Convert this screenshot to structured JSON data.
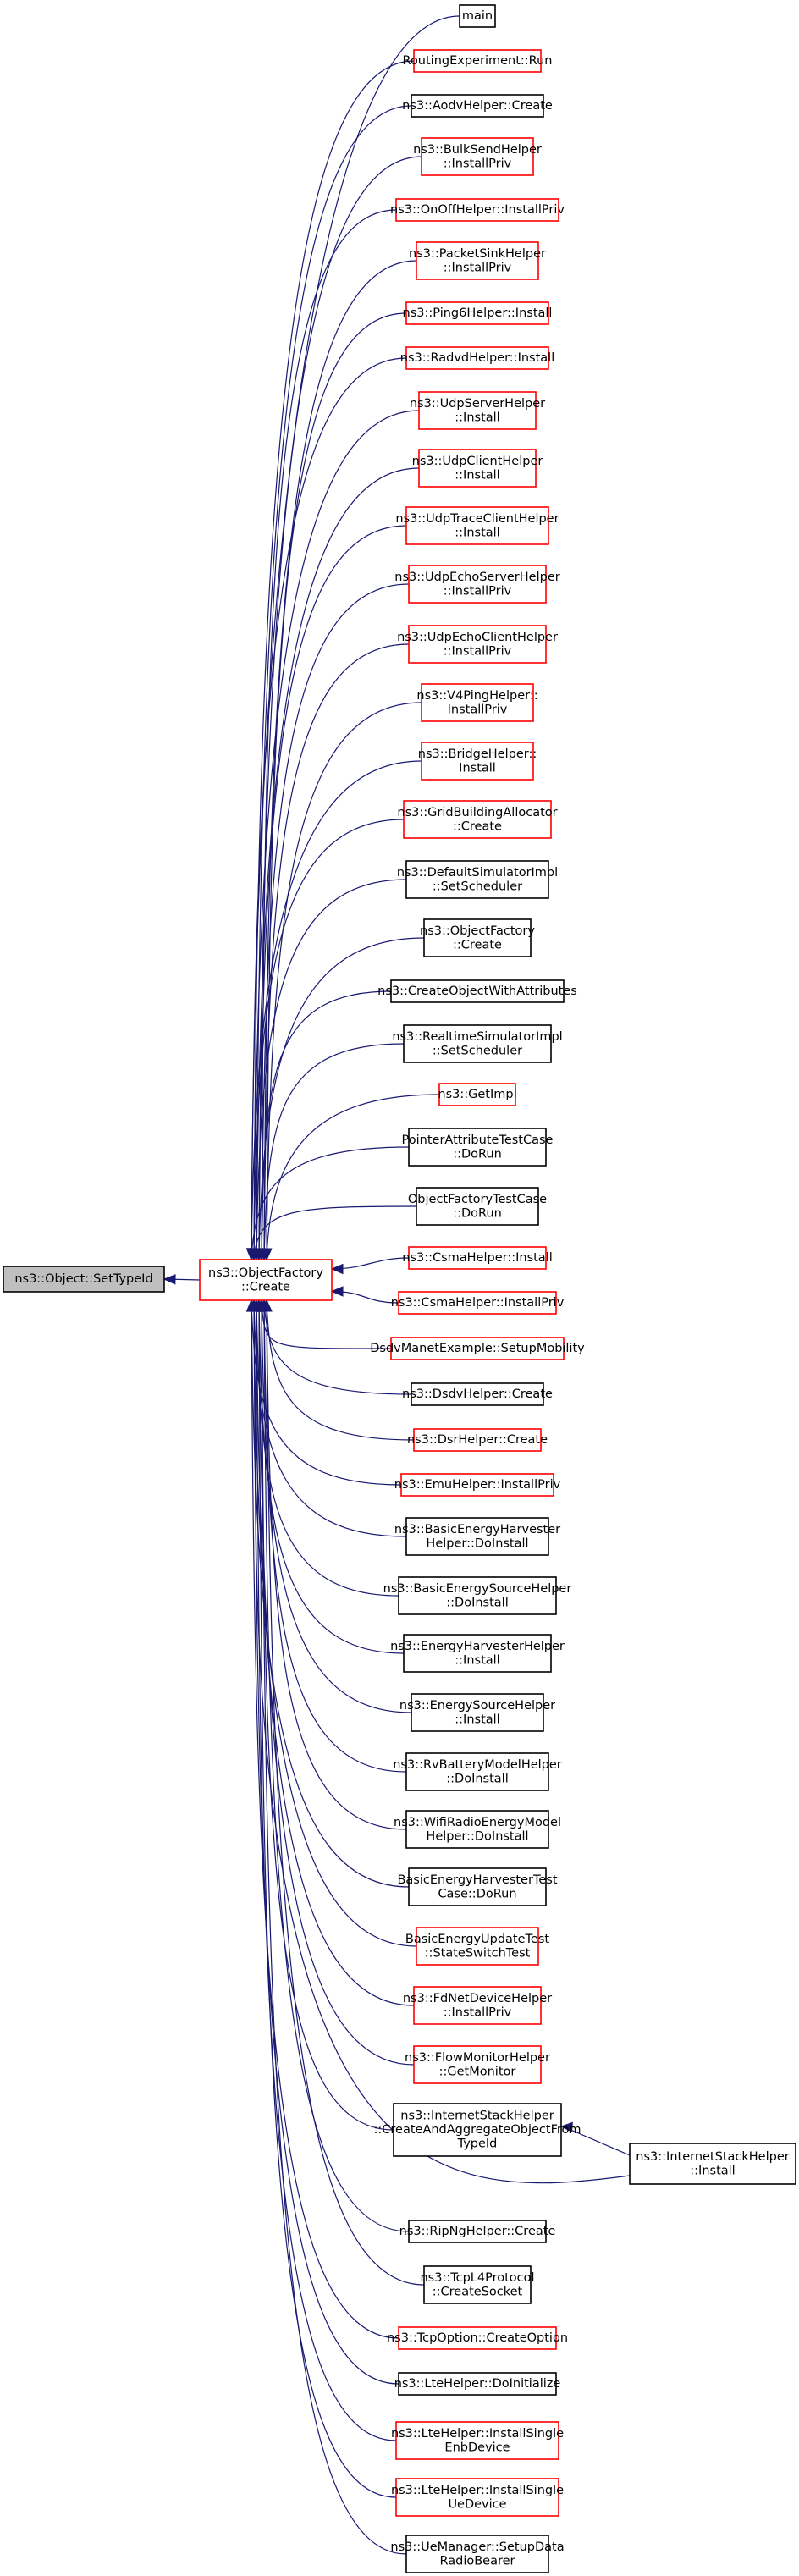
{
  "colors": {
    "edge": "#191970",
    "linked_border": "#ff0000",
    "plain_border": "#000000",
    "focus_fill": "#bfbfbf"
  },
  "diagram": {
    "focus_node": {
      "lines": [
        "ns3::Object::SetTypeId"
      ]
    },
    "hub_node": {
      "lines": [
        "ns3::ObjectFactory",
        "::Create"
      ],
      "border": "red"
    },
    "callers": [
      {
        "lines": [
          "main"
        ],
        "border": "black"
      },
      {
        "lines": [
          "RoutingExperiment::Run"
        ],
        "border": "red"
      },
      {
        "lines": [
          "ns3::AodvHelper::Create"
        ],
        "border": "black"
      },
      {
        "lines": [
          "ns3::BulkSendHelper",
          "::InstallPriv"
        ],
        "border": "red"
      },
      {
        "lines": [
          "ns3::OnOffHelper::InstallPriv"
        ],
        "border": "red"
      },
      {
        "lines": [
          "ns3::PacketSinkHelper",
          "::InstallPriv"
        ],
        "border": "red"
      },
      {
        "lines": [
          "ns3::Ping6Helper::Install"
        ],
        "border": "red"
      },
      {
        "lines": [
          "ns3::RadvdHelper::Install"
        ],
        "border": "red"
      },
      {
        "lines": [
          "ns3::UdpServerHelper",
          "::Install"
        ],
        "border": "red"
      },
      {
        "lines": [
          "ns3::UdpClientHelper",
          "::Install"
        ],
        "border": "red"
      },
      {
        "lines": [
          "ns3::UdpTraceClientHelper",
          "::Install"
        ],
        "border": "red"
      },
      {
        "lines": [
          "ns3::UdpEchoServerHelper",
          "::InstallPriv"
        ],
        "border": "red"
      },
      {
        "lines": [
          "ns3::UdpEchoClientHelper",
          "::InstallPriv"
        ],
        "border": "red"
      },
      {
        "lines": [
          "ns3::V4PingHelper::",
          "InstallPriv"
        ],
        "border": "red"
      },
      {
        "lines": [
          "ns3::BridgeHelper::",
          "Install"
        ],
        "border": "red"
      },
      {
        "lines": [
          "ns3::GridBuildingAllocator",
          "::Create"
        ],
        "border": "red"
      },
      {
        "lines": [
          "ns3::DefaultSimulatorImpl",
          "::SetScheduler"
        ],
        "border": "black"
      },
      {
        "lines": [
          "ns3::ObjectFactory",
          "::Create"
        ],
        "border": "black"
      },
      {
        "lines": [
          "ns3::CreateObjectWithAttributes"
        ],
        "border": "black"
      },
      {
        "lines": [
          "ns3::RealtimeSimulatorImpl",
          "::SetScheduler"
        ],
        "border": "black"
      },
      {
        "lines": [
          "ns3::GetImpl"
        ],
        "border": "red"
      },
      {
        "lines": [
          "PointerAttributeTestCase",
          "::DoRun"
        ],
        "border": "black"
      },
      {
        "lines": [
          "ObjectFactoryTestCase",
          "::DoRun"
        ],
        "border": "black"
      },
      {
        "lines": [
          "ns3::CsmaHelper::Install"
        ],
        "border": "red"
      },
      {
        "lines": [
          "ns3::CsmaHelper::InstallPriv"
        ],
        "border": "red"
      },
      {
        "lines": [
          "DsdvManetExample::SetupMobility"
        ],
        "border": "red"
      },
      {
        "lines": [
          "ns3::DsdvHelper::Create"
        ],
        "border": "black"
      },
      {
        "lines": [
          "ns3::DsrHelper::Create"
        ],
        "border": "red"
      },
      {
        "lines": [
          "ns3::EmuHelper::InstallPriv"
        ],
        "border": "red"
      },
      {
        "lines": [
          "ns3::BasicEnergyHarvester",
          "Helper::DoInstall"
        ],
        "border": "black"
      },
      {
        "lines": [
          "ns3::BasicEnergySourceHelper",
          "::DoInstall"
        ],
        "border": "black"
      },
      {
        "lines": [
          "ns3::EnergyHarvesterHelper",
          "::Install"
        ],
        "border": "black"
      },
      {
        "lines": [
          "ns3::EnergySourceHelper",
          "::Install"
        ],
        "border": "black"
      },
      {
        "lines": [
          "ns3::RvBatteryModelHelper",
          "::DoInstall"
        ],
        "border": "black"
      },
      {
        "lines": [
          "ns3::WifiRadioEnergyModel",
          "Helper::DoInstall"
        ],
        "border": "black"
      },
      {
        "lines": [
          "BasicEnergyHarvesterTest",
          "Case::DoRun"
        ],
        "border": "black"
      },
      {
        "lines": [
          "BasicEnergyUpdateTest",
          "::StateSwitchTest"
        ],
        "border": "red"
      },
      {
        "lines": [
          "ns3::FdNetDeviceHelper",
          "::InstallPriv"
        ],
        "border": "red"
      },
      {
        "lines": [
          "ns3::FlowMonitorHelper",
          "::GetMonitor"
        ],
        "border": "red"
      },
      {
        "lines": [
          "ns3::InternetStackHelper",
          "::CreateAndAggregateObjectFrom",
          "TypeId"
        ],
        "border": "black"
      },
      {
        "lines": [
          "ns3::RipNgHelper::Create"
        ],
        "border": "black"
      },
      {
        "lines": [
          "ns3::TcpL4Protocol",
          "::CreateSocket"
        ],
        "border": "black"
      },
      {
        "lines": [
          "ns3::TcpOption::CreateOption"
        ],
        "border": "red"
      },
      {
        "lines": [
          "ns3::LteHelper::DoInitialize"
        ],
        "border": "black"
      },
      {
        "lines": [
          "ns3::LteHelper::InstallSingle",
          "EnbDevice"
        ],
        "border": "red"
      },
      {
        "lines": [
          "ns3::LteHelper::InstallSingle",
          "UeDevice"
        ],
        "border": "red"
      },
      {
        "lines": [
          "ns3::UeManager::SetupData",
          "RadioBearer"
        ],
        "border": "black"
      }
    ],
    "install_node": {
      "lines": [
        "ns3::InternetStackHelper",
        "::Install"
      ],
      "border": "black"
    }
  }
}
